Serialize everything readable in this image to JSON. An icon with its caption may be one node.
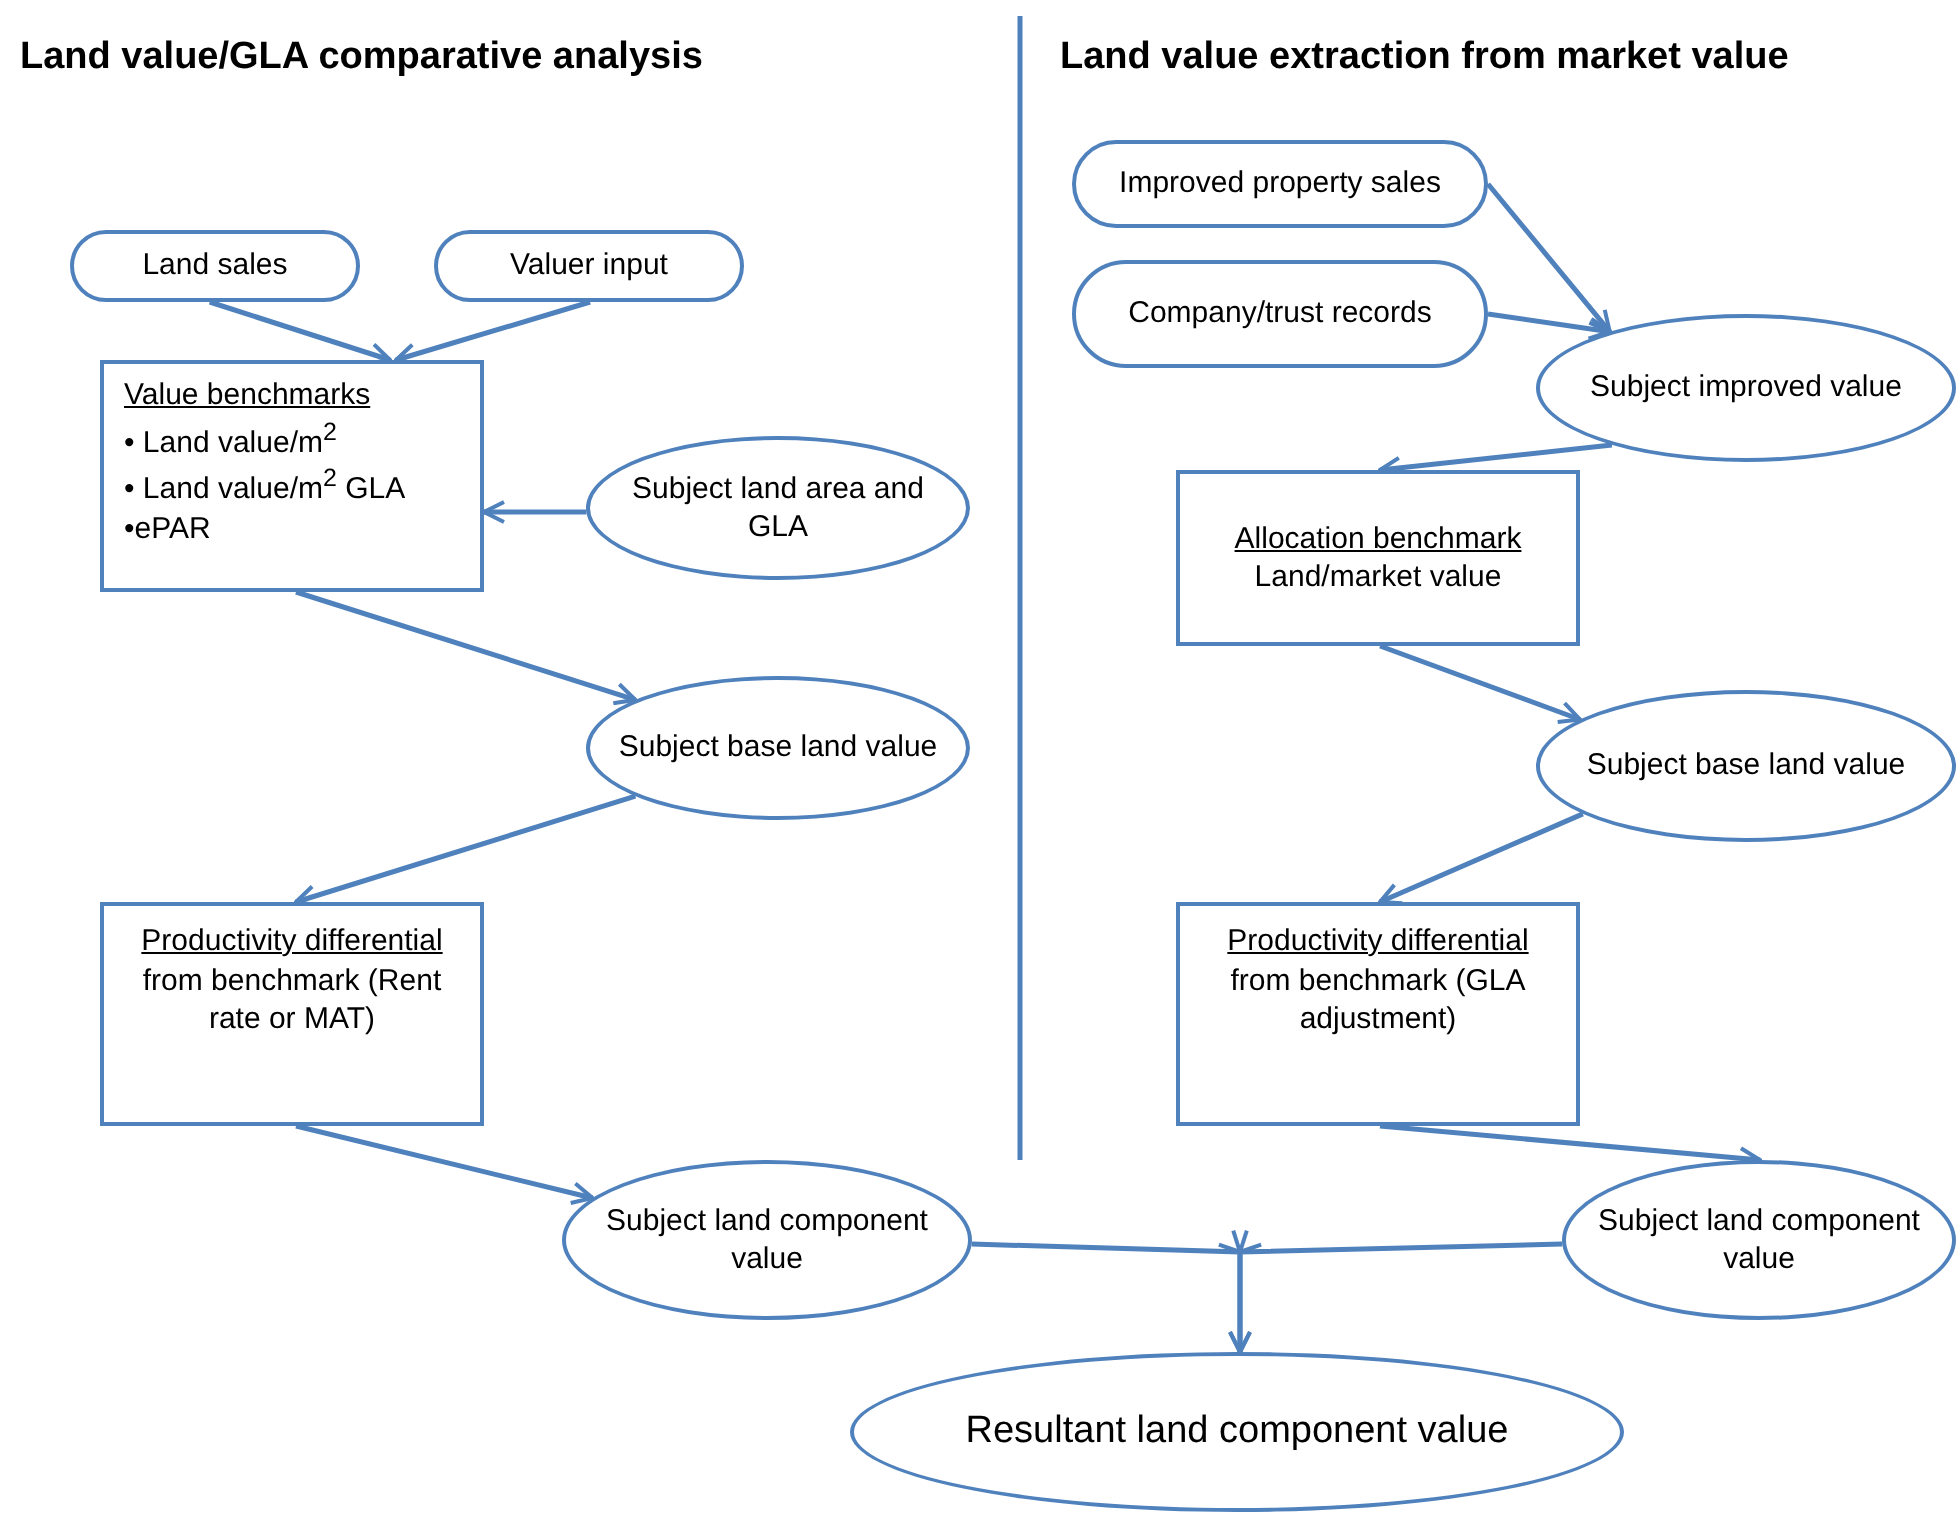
{
  "diagram": {
    "nodes": [
      {
        "text": [
          "Land sales"
        ]
      },
      {
        "text": [
          "Valuer input"
        ]
      },
      {
        "text": [
          "Value benchmarks",
          "• Land value/m$^{2}$",
          "• Land value/m$^{2}$ GLA",
          "•ePAR"
        ]
      },
      {
        "text": [
          "Subject land area and GLA"
        ]
      },
      {
        "text": [
          "Subject base land value"
        ]
      },
      {
        "text": [
          "Productivity differential",
          "from benchmark (Rent rate or MAT)"
        ]
      },
      {
        "text": [
          "Improved property sales"
        ]
      },
      {
        "text": [
          "Company/trust records"
        ]
      },
      {
        "text": [
          "Subject improved value"
        ]
      },
      {
        "text": [
          "Allocation benchmark",
          "Land/market value"
        ]
      },
      {
        "text": [
          "Subject base land value"
        ]
      },
      {
        "text": [
          "Productivity differential",
          "from benchmark (GLA adjustment)"
        ]
      },
      {
        "text": [
          "Subject land component value"
        ]
      },
      {
        "text": [
          "Subject land component value"
        ]
      },
      {
        "text": [
          "Resultant land component value"
        ]
      }
    ],
    "edges": [
      {
        "from": 0,
        "to": 2,
        "arrow": "to"
      },
      {
        "from": 1,
        "to": 2,
        "arrow": "to"
      },
      {
        "from": 3,
        "to": 2,
        "arrow": "to"
      },
      {
        "from": 2,
        "to": 4,
        "arrow": "to"
      },
      {
        "from": 4,
        "to": 5,
        "arrow": "to"
      },
      {
        "from": 5,
        "to": 12,
        "arrow": "to"
      },
      {
        "from": 6,
        "to": 8,
        "arrow": "to"
      },
      {
        "from": 7,
        "to": 8,
        "arrow": "to"
      },
      {
        "from": 8,
        "to": 9,
        "arrow": "to"
      },
      {
        "from": 9,
        "to": 10,
        "arrow": "to"
      },
      {
        "from": 10,
        "to": 11,
        "arrow": "to"
      },
      {
        "from": 11,
        "to": 13,
        "arrow": "to"
      },
      {
        "from": 12,
        "to": 14,
        "arrow": "to"
      },
      {
        "from": 13,
        "to": 14,
        "arrow": "to"
      }
    ],
    "labels": [
      "Land value/GLA comparative analysis",
      "Land value extraction from market value"
    ]
  }
}
